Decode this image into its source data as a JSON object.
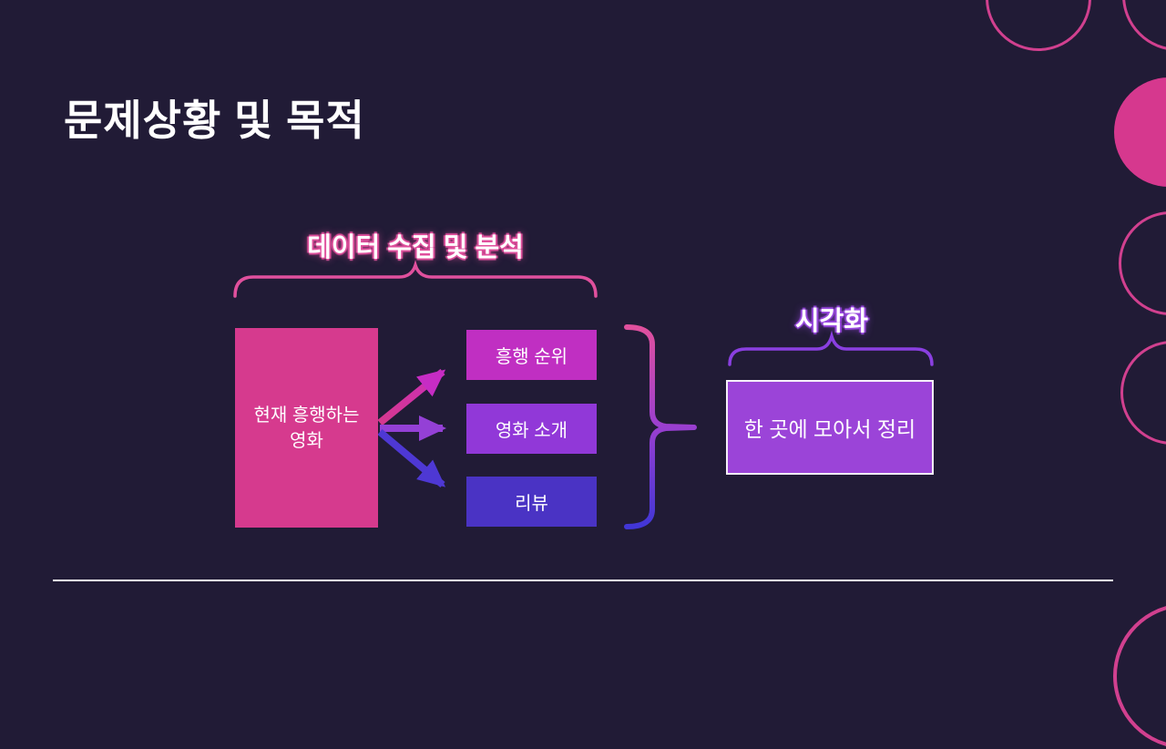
{
  "slide": {
    "title": "문제상황 및 목적",
    "background_color": "#211b36",
    "divider_color": "#fafafa"
  },
  "diagram": {
    "collect_group_label": "데이터 수집 및 분석",
    "source_box_label": "현재 흥행하는 영화",
    "target_boxes": [
      "흥행 순위",
      "영화 소개",
      "리뷰"
    ],
    "visualize_group_label": "시각화",
    "result_box_label": "한 곳에 모아서 정리",
    "colors": {
      "source_box": "#d63a8e",
      "target_box_ranking": "#c02fc2",
      "target_box_intro": "#9138d8",
      "target_box_review": "#4a33c4",
      "result_box": "#9b44d8",
      "collect_brace": "#e0509d",
      "visualize_brace": "#9a4ae0",
      "merge_brace_gradient_top": "#e0509d",
      "merge_brace_gradient_bottom": "#4136d6",
      "arrow_ranking": "#c62cc4",
      "arrow_intro": "#9440d6",
      "arrow_review": "#4e38d4"
    }
  },
  "decor": {
    "outline_circle_color": "#d1408f",
    "filled_circle_color": "#d6388e"
  }
}
